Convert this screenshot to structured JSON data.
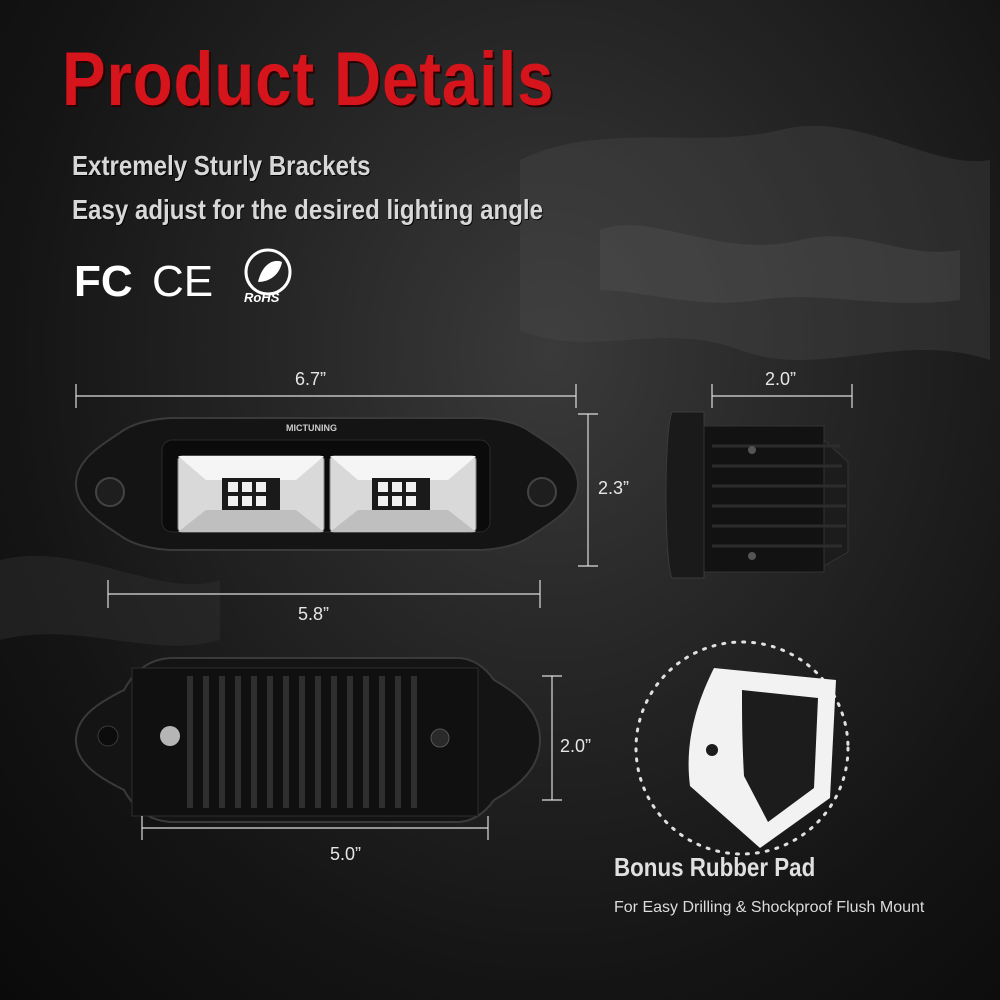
{
  "header": {
    "title": "Product Details",
    "features": [
      "Extremely Sturly Brackets",
      "Easy adjust for the desired lighting angle"
    ]
  },
  "certifications": {
    "fcc": "FC",
    "ce": "CE",
    "rohs": "RoHS"
  },
  "brand": {
    "logo_text": "MICTUNING"
  },
  "dimensions": {
    "front_width": "6.7”",
    "front_height": "2.3”",
    "front_inner_width": "5.8”",
    "side_depth": "2.0”",
    "back_height": "2.0”",
    "back_width": "5.0”"
  },
  "accessory": {
    "title": "Bonus Rubber Pad",
    "subtitle": "For Easy Drilling & Shockproof Flush Mount"
  },
  "colors": {
    "title": "#d5141b",
    "background": "#1a1a1a",
    "pad": "#f2f2f2"
  }
}
